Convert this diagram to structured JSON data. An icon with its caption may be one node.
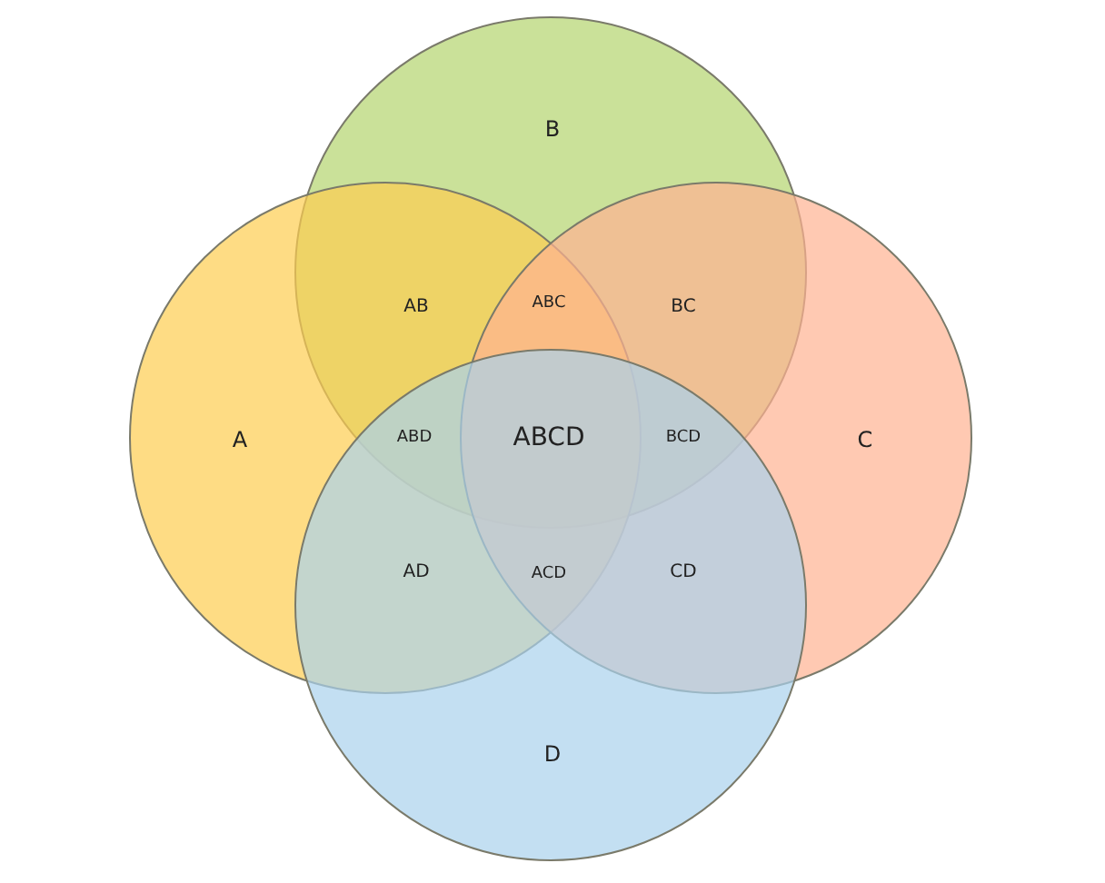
{
  "diagram": {
    "nodes": [
      {
        "text": [
          "B"
        ]
      },
      {
        "text": [
          "A"
        ]
      },
      {
        "text": [
          "C"
        ]
      },
      {
        "text": [
          "D"
        ]
      }
    ],
    "edges": [],
    "labels": [
      "AB",
      "ABC",
      "BC",
      "ABD",
      "ABCD",
      "BCD",
      "AD",
      "ACD",
      "CD"
    ]
  }
}
